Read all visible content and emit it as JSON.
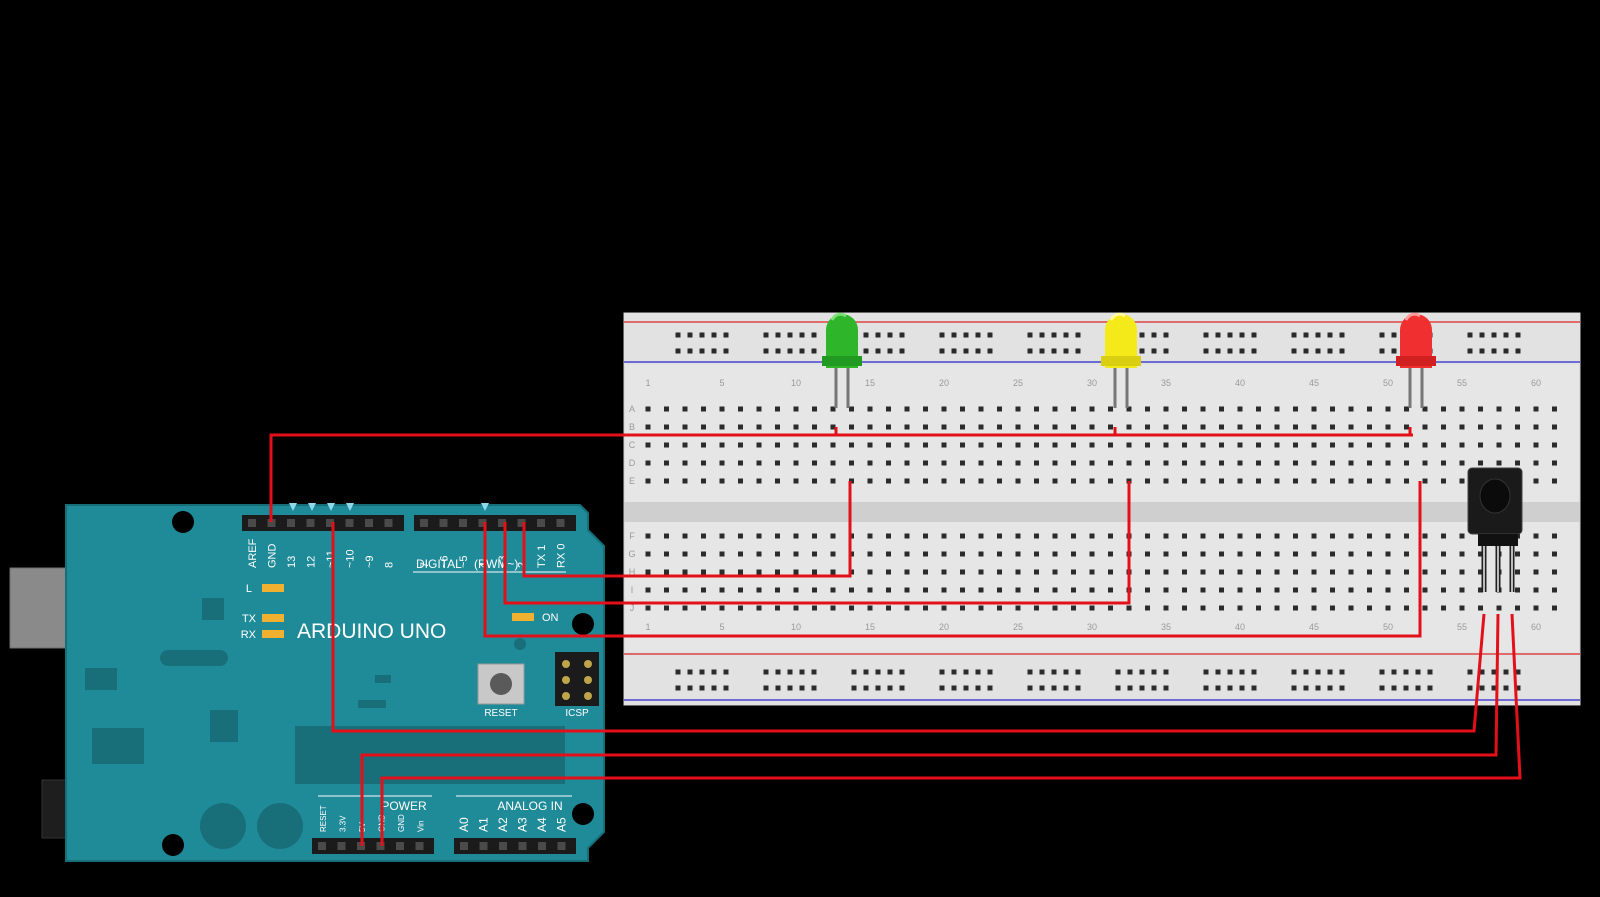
{
  "board": {
    "title": "ARDUINO UNO",
    "digital_label": "DIGITAL",
    "pwm_label": "(PWM~)",
    "power_label": "POWER",
    "analog_label": "ANALOG IN",
    "reset_button_label": "RESET",
    "icsp_label": "ICSP",
    "led_l": "L",
    "led_tx": "TX",
    "led_rx": "RX",
    "led_on": "ON",
    "pins_left": [
      "AREF",
      "GND",
      "13",
      "12",
      "~11",
      "~10",
      "~9",
      "8"
    ],
    "pins_right": [
      "7",
      "~6",
      "~5",
      "4",
      "~3",
      "2",
      "TX 1",
      "RX 0"
    ],
    "power_pins": [
      "RESET",
      "3.3V",
      "5V",
      "GND",
      "GND",
      "Vin"
    ],
    "analog_pins": [
      "A0",
      "A1",
      "A2",
      "A3",
      "A4",
      "A5"
    ]
  },
  "breadboard": {
    "column_numbers": [
      "1",
      "5",
      "10",
      "15",
      "20",
      "25",
      "30",
      "35",
      "40",
      "45",
      "50",
      "55",
      "60"
    ],
    "row_letters_top": [
      "A",
      "B",
      "C",
      "D",
      "E"
    ],
    "row_letters_bottom": [
      "F",
      "G",
      "H",
      "I",
      "J"
    ]
  },
  "components": {
    "leds": [
      {
        "name": "green-led",
        "color": "#2fb52a"
      },
      {
        "name": "yellow-led",
        "color": "#f4ea1a"
      },
      {
        "name": "red-led",
        "color": "#f03030"
      }
    ],
    "ir_receiver_color": "#1a1a1a"
  },
  "colors": {
    "board": "#1f8a98",
    "wire": "#e3101a",
    "breadboard": "#e6e6e6",
    "rail_red": "#d44",
    "rail_blue": "#44c"
  }
}
